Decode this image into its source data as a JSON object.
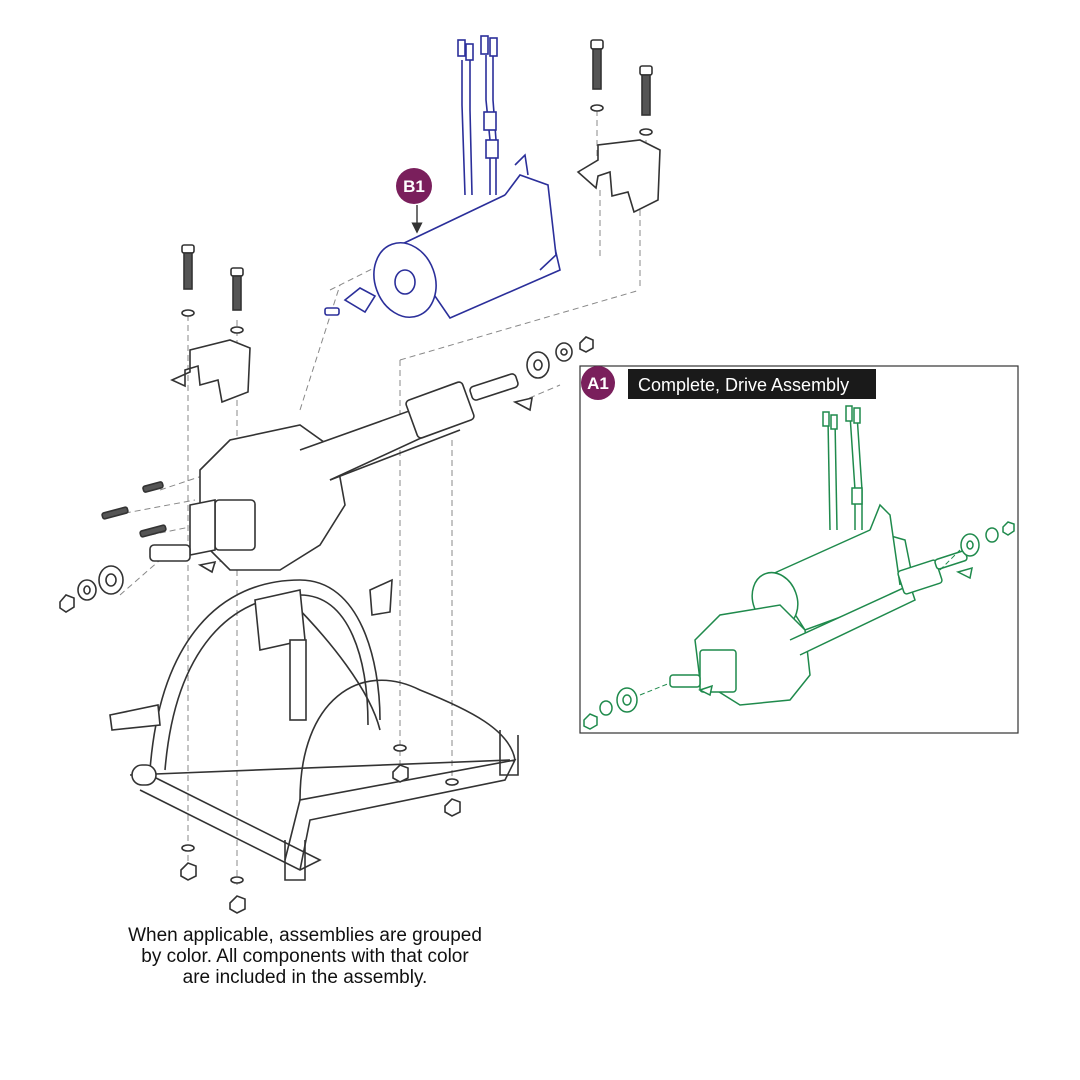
{
  "colors": {
    "line": "#333333",
    "dash": "#888888",
    "callout_fill": "#7a1f5c",
    "motor_line": "#2b2f9a",
    "assembly_line": "#1f8a4c",
    "inset_title_bg": "#1a1a1a"
  },
  "callouts": {
    "b1": "B1",
    "a1": "A1"
  },
  "inset": {
    "title": "Complete, Drive Assembly"
  },
  "note": {
    "line1": "When applicable, assemblies are grouped",
    "line2": "by color. All components with that color",
    "line3": "are included in the assembly."
  }
}
